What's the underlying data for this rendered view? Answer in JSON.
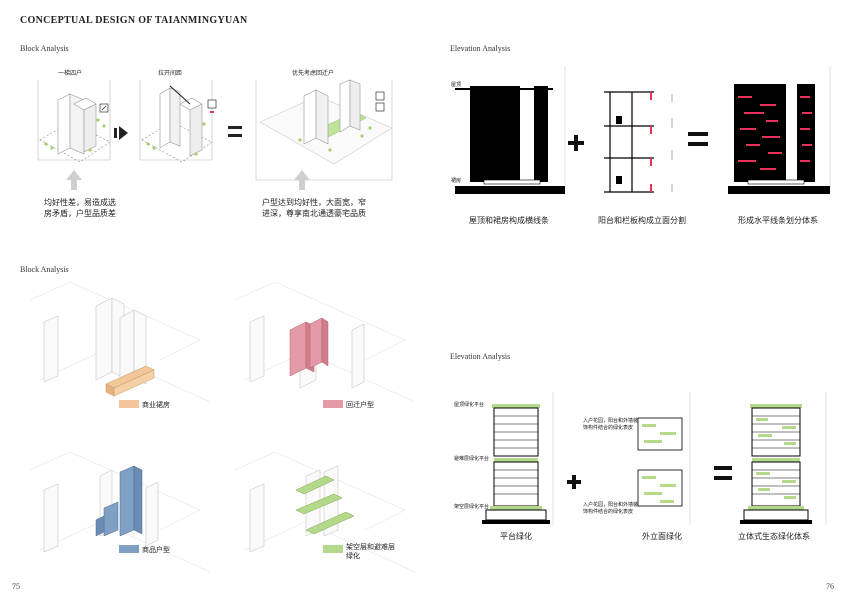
{
  "title": "CONCEPTUAL DESIGN OF TAIANMINGYUAN",
  "sections": {
    "block1": "Block   Analysis",
    "elev1": "Elevation   Analysis",
    "block2": "Block   Analysis",
    "elev2": "Elevation   Analysis"
  },
  "block_top": {
    "step1_label": "一梯四户",
    "step2_label": "拉开间距",
    "step3_label": "优先考虑回迁户",
    "note_left": [
      "均好性差，易造成选",
      "房矛盾，户型品质差"
    ],
    "note_right": [
      "户型达到均好性，大面宽，窄",
      "进深，尊享南北通透豪宅品质"
    ]
  },
  "elev_top": {
    "roof_label": "屋顶",
    "podium_label": "裙房",
    "cap1": "屋顶和裙房构成横线条",
    "cap2": "阳台和栏板构成立面分割",
    "cap3": "形成水平线条划分体系"
  },
  "block_bottom": {
    "legend1": "商业裙房",
    "legend2": "回迁户型",
    "legend3": "商品户型",
    "legend4": [
      "架空层和避难层",
      "绿化"
    ]
  },
  "elev_bottom": {
    "label_roof": "屋顶绿化平台",
    "label_refuge": "避难层绿化平台",
    "label_stilt": "架空层绿化平台",
    "note_a": [
      "入户花园，阳台和外墙装",
      "饰构件结合的绿化表皮"
    ],
    "note_b": [
      "入户花园，阳台和外墙装",
      "饰构件结合的绿化表皮"
    ],
    "cap1": "平台绿化",
    "cap2": "外立面绿化",
    "cap3": "立体式生态绿化体系"
  },
  "page_left": "75",
  "page_right": "76",
  "colors": {
    "commercial": "#f2c69a",
    "relocation": "#e49aa6",
    "commodity": "#7f9fc4",
    "green": "#b5d98a",
    "accent_red": "#e8325a"
  }
}
